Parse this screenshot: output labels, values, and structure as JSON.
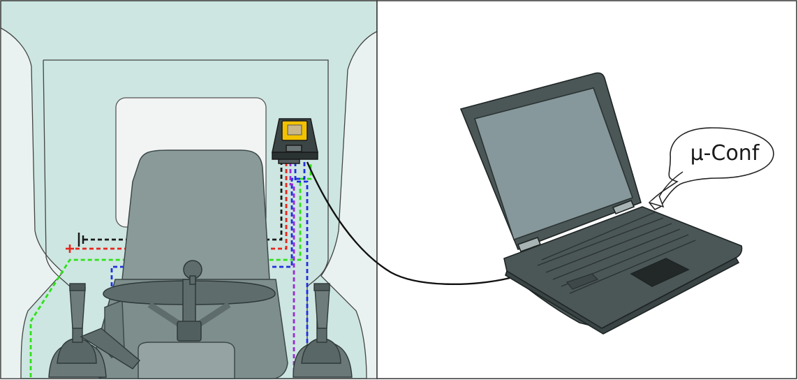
{
  "callout": {
    "label": "μ-Conf"
  },
  "icons": {
    "cab": "machine-cab-illustration",
    "controller": "controller-unit-icon",
    "laptop": "laptop-icon",
    "battery": "battery-ground-symbol",
    "positive": "positive-terminal-symbol"
  },
  "colors": {
    "cab_background": "#cde6e1",
    "seat": "#8a9a99",
    "laptop_body": "#4b5656",
    "laptop_screen": "#86989b",
    "controller_screen": "#f2c200",
    "wire_ground": "#1a1a1a",
    "wire_positive": "#e8251c",
    "wire_green": "#2ee019",
    "wire_blue": "#1f2fe0",
    "wire_purple": "#9a2ad6",
    "cable": "#111111"
  }
}
